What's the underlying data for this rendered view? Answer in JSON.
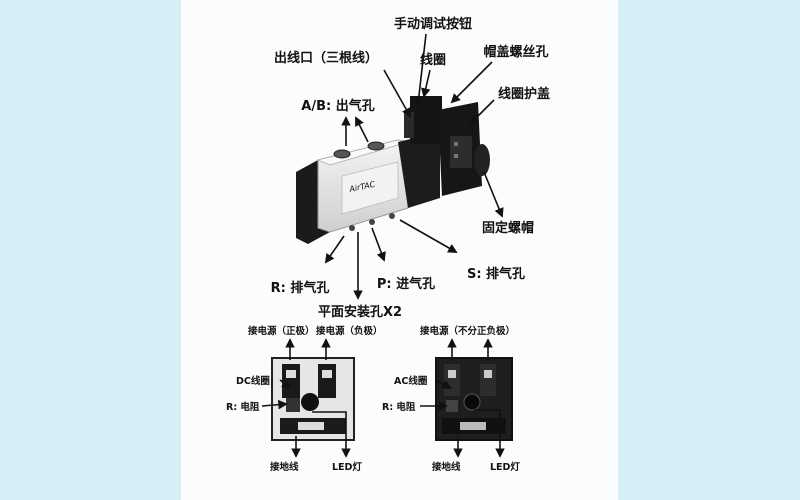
{
  "valve_labels": {
    "manual_button": "手动调试按钮",
    "wire_outlet": "出线口（三根线）",
    "coil": "线圈",
    "cap_screw_hole": "帽盖螺丝孔",
    "coil_cover": "线圈护盖",
    "ab_outlet": "A/B: 出气孔",
    "fixing_nut": "固定螺帽",
    "r_exhaust": "R: 排气孔",
    "p_inlet": "P: 进气孔",
    "s_exhaust": "S: 排气孔",
    "mount_holes": "平面安装孔X2",
    "brand": "AirTAC"
  },
  "dc_connector": {
    "pos_label": "接电源（正极）",
    "neg_label": "接电源（负极）",
    "coil_label": "DC线圈",
    "resistor_label": "R: 电阻",
    "ground_label": "接地线",
    "led_label": "LED灯"
  },
  "ac_connector": {
    "power_label": "接电源（不分正负极）",
    "coil_label": "AC线圈",
    "resistor_label": "R: 电阻",
    "ground_label": "接地线",
    "led_label": "LED灯"
  },
  "colors": {
    "side_bg": "#d6eef6",
    "panel_bg": "#fbfcfd",
    "ink": "#111111",
    "body_light": "#e9e9e9",
    "body_dark": "#1a1a1a"
  }
}
